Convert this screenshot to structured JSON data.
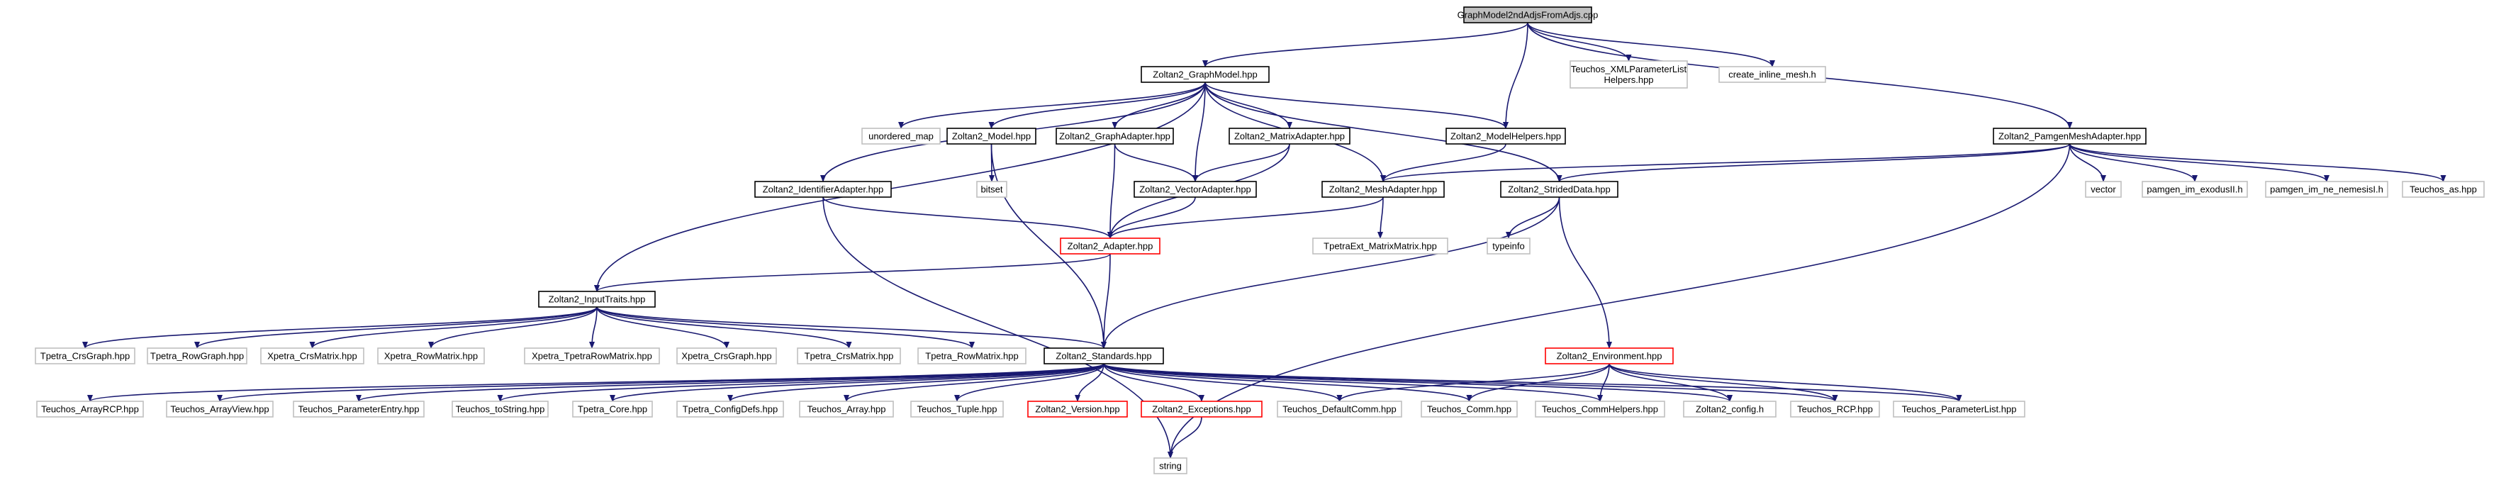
{
  "diagram": {
    "type": "include-dependency-graph",
    "colors": {
      "edge": "#191970",
      "root_fill": "#bfbfbf",
      "doc_border": "#000000",
      "missing_border": "#bfbfbf",
      "truncated_border": "#ff0000",
      "background": "#ffffff"
    },
    "nodes": [
      {
        "id": "root",
        "lines": [
          "GraphModel2ndAdjsFromAdjs.cpp"
        ],
        "kind": "root"
      },
      {
        "id": "graphmodel",
        "lines": [
          "Zoltan2_GraphModel.hpp"
        ],
        "kind": "documented"
      },
      {
        "id": "xmlparam",
        "lines": [
          "Teuchos_XMLParameterList",
          "Helpers.hpp"
        ],
        "kind": "external"
      },
      {
        "id": "inlinemesh",
        "lines": [
          "create_inline_mesh.h"
        ],
        "kind": "external"
      },
      {
        "id": "pamgenadapter",
        "lines": [
          "Zoltan2_PamgenMeshAdapter.hpp"
        ],
        "kind": "documented"
      },
      {
        "id": "unordered_map",
        "lines": [
          "unordered_map"
        ],
        "kind": "external"
      },
      {
        "id": "model",
        "lines": [
          "Zoltan2_Model.hpp"
        ],
        "kind": "documented"
      },
      {
        "id": "graphadapter",
        "lines": [
          "Zoltan2_GraphAdapter.hpp"
        ],
        "kind": "documented"
      },
      {
        "id": "matrixadapter",
        "lines": [
          "Zoltan2_MatrixAdapter.hpp"
        ],
        "kind": "documented"
      },
      {
        "id": "modelhelpers",
        "lines": [
          "Zoltan2_ModelHelpers.hpp"
        ],
        "kind": "documented"
      },
      {
        "id": "identifieradapter",
        "lines": [
          "Zoltan2_IdentifierAdapter.hpp"
        ],
        "kind": "documented"
      },
      {
        "id": "bitset",
        "lines": [
          "bitset"
        ],
        "kind": "external"
      },
      {
        "id": "vectoradapter",
        "lines": [
          "Zoltan2_VectorAdapter.hpp"
        ],
        "kind": "documented"
      },
      {
        "id": "meshadapter",
        "lines": [
          "Zoltan2_MeshAdapter.hpp"
        ],
        "kind": "documented"
      },
      {
        "id": "strideddata",
        "lines": [
          "Zoltan2_StridedData.hpp"
        ],
        "kind": "documented"
      },
      {
        "id": "vector",
        "lines": [
          "vector"
        ],
        "kind": "external"
      },
      {
        "id": "exodusII",
        "lines": [
          "pamgen_im_exodusII.h"
        ],
        "kind": "external"
      },
      {
        "id": "nemesisI",
        "lines": [
          "pamgen_im_ne_nemesisI.h"
        ],
        "kind": "external"
      },
      {
        "id": "teuchos_as",
        "lines": [
          "Teuchos_as.hpp"
        ],
        "kind": "external"
      },
      {
        "id": "adapter",
        "lines": [
          "Zoltan2_Adapter.hpp"
        ],
        "kind": "truncated"
      },
      {
        "id": "tpetraext",
        "lines": [
          "TpetraExt_MatrixMatrix.hpp"
        ],
        "kind": "external"
      },
      {
        "id": "typeinfo",
        "lines": [
          "typeinfo"
        ],
        "kind": "external"
      },
      {
        "id": "inputtraits",
        "lines": [
          "Zoltan2_InputTraits.hpp"
        ],
        "kind": "documented"
      },
      {
        "id": "tpetra_crsgraph",
        "lines": [
          "Tpetra_CrsGraph.hpp"
        ],
        "kind": "external"
      },
      {
        "id": "tpetra_rowgraph",
        "lines": [
          "Tpetra_RowGraph.hpp"
        ],
        "kind": "external"
      },
      {
        "id": "xpetra_crsmatrix",
        "lines": [
          "Xpetra_CrsMatrix.hpp"
        ],
        "kind": "external"
      },
      {
        "id": "xpetra_rowmatrix",
        "lines": [
          "Xpetra_RowMatrix.hpp"
        ],
        "kind": "external"
      },
      {
        "id": "xpetra_tpetrarowmatrix",
        "lines": [
          "Xpetra_TpetraRowMatrix.hpp"
        ],
        "kind": "external"
      },
      {
        "id": "xpetra_crsgraph",
        "lines": [
          "Xpetra_CrsGraph.hpp"
        ],
        "kind": "external"
      },
      {
        "id": "tpetra_crsmatrix",
        "lines": [
          "Tpetra_CrsMatrix.hpp"
        ],
        "kind": "external"
      },
      {
        "id": "tpetra_rowmatrix",
        "lines": [
          "Tpetra_RowMatrix.hpp"
        ],
        "kind": "external"
      },
      {
        "id": "standards",
        "lines": [
          "Zoltan2_Standards.hpp"
        ],
        "kind": "documented"
      },
      {
        "id": "environment",
        "lines": [
          "Zoltan2_Environment.hpp"
        ],
        "kind": "truncated"
      },
      {
        "id": "arrayrcp",
        "lines": [
          "Teuchos_ArrayRCP.hpp"
        ],
        "kind": "external"
      },
      {
        "id": "arrayview",
        "lines": [
          "Teuchos_ArrayView.hpp"
        ],
        "kind": "external"
      },
      {
        "id": "parameterentry",
        "lines": [
          "Teuchos_ParameterEntry.hpp"
        ],
        "kind": "external"
      },
      {
        "id": "tostring",
        "lines": [
          "Teuchos_toString.hpp"
        ],
        "kind": "external"
      },
      {
        "id": "tpetra_core",
        "lines": [
          "Tpetra_Core.hpp"
        ],
        "kind": "external"
      },
      {
        "id": "tpetra_configdefs",
        "lines": [
          "Tpetra_ConfigDefs.hpp"
        ],
        "kind": "external"
      },
      {
        "id": "teuchos_array",
        "lines": [
          "Teuchos_Array.hpp"
        ],
        "kind": "external"
      },
      {
        "id": "teuchos_tuple",
        "lines": [
          "Teuchos_Tuple.hpp"
        ],
        "kind": "external"
      },
      {
        "id": "version",
        "lines": [
          "Zoltan2_Version.hpp"
        ],
        "kind": "truncated"
      },
      {
        "id": "exceptions",
        "lines": [
          "Zoltan2_Exceptions.hpp"
        ],
        "kind": "truncated"
      },
      {
        "id": "defaultcomm",
        "lines": [
          "Teuchos_DefaultComm.hpp"
        ],
        "kind": "external"
      },
      {
        "id": "teuchos_comm",
        "lines": [
          "Teuchos_Comm.hpp"
        ],
        "kind": "external"
      },
      {
        "id": "commhelpers",
        "lines": [
          "Teuchos_CommHelpers.hpp"
        ],
        "kind": "external"
      },
      {
        "id": "config",
        "lines": [
          "Zoltan2_config.h"
        ],
        "kind": "external"
      },
      {
        "id": "rcp",
        "lines": [
          "Teuchos_RCP.hpp"
        ],
        "kind": "external"
      },
      {
        "id": "parameterlist",
        "lines": [
          "Teuchos_ParameterList.hpp"
        ],
        "kind": "external"
      },
      {
        "id": "string",
        "lines": [
          "string"
        ],
        "kind": "external"
      }
    ],
    "edges": [
      [
        "root",
        "graphmodel"
      ],
      [
        "root",
        "xmlparam"
      ],
      [
        "root",
        "inlinemesh"
      ],
      [
        "root",
        "pamgenadapter"
      ],
      [
        "root",
        "modelhelpers"
      ],
      [
        "graphmodel",
        "unordered_map"
      ],
      [
        "graphmodel",
        "model"
      ],
      [
        "graphmodel",
        "graphadapter"
      ],
      [
        "graphmodel",
        "matrixadapter"
      ],
      [
        "graphmodel",
        "modelhelpers"
      ],
      [
        "graphmodel",
        "identifieradapter"
      ],
      [
        "graphmodel",
        "vectoradapter"
      ],
      [
        "graphmodel",
        "meshadapter"
      ],
      [
        "graphmodel",
        "strideddata"
      ],
      [
        "graphmodel",
        "inputtraits"
      ],
      [
        "model",
        "bitset"
      ],
      [
        "model",
        "standards"
      ],
      [
        "graphadapter",
        "vectoradapter"
      ],
      [
        "graphadapter",
        "adapter"
      ],
      [
        "matrixadapter",
        "vectoradapter"
      ],
      [
        "matrixadapter",
        "adapter"
      ],
      [
        "modelhelpers",
        "meshadapter"
      ],
      [
        "identifieradapter",
        "adapter"
      ],
      [
        "identifieradapter",
        "string"
      ],
      [
        "vectoradapter",
        "adapter"
      ],
      [
        "meshadapter",
        "adapter"
      ],
      [
        "meshadapter",
        "tpetraext"
      ],
      [
        "strideddata",
        "typeinfo"
      ],
      [
        "strideddata",
        "environment"
      ],
      [
        "strideddata",
        "standards"
      ],
      [
        "pamgenadapter",
        "meshadapter"
      ],
      [
        "pamgenadapter",
        "strideddata"
      ],
      [
        "pamgenadapter",
        "vector"
      ],
      [
        "pamgenadapter",
        "exodusII"
      ],
      [
        "pamgenadapter",
        "nemesisI"
      ],
      [
        "pamgenadapter",
        "teuchos_as"
      ],
      [
        "pamgenadapter",
        "string"
      ],
      [
        "adapter",
        "inputtraits"
      ],
      [
        "adapter",
        "standards"
      ],
      [
        "inputtraits",
        "tpetra_crsgraph"
      ],
      [
        "inputtraits",
        "tpetra_rowgraph"
      ],
      [
        "inputtraits",
        "xpetra_crsmatrix"
      ],
      [
        "inputtraits",
        "xpetra_rowmatrix"
      ],
      [
        "inputtraits",
        "xpetra_tpetrarowmatrix"
      ],
      [
        "inputtraits",
        "xpetra_crsgraph"
      ],
      [
        "inputtraits",
        "tpetra_crsmatrix"
      ],
      [
        "inputtraits",
        "tpetra_rowmatrix"
      ],
      [
        "inputtraits",
        "standards"
      ],
      [
        "standards",
        "arrayrcp"
      ],
      [
        "standards",
        "arrayview"
      ],
      [
        "standards",
        "parameterentry"
      ],
      [
        "standards",
        "tostring"
      ],
      [
        "standards",
        "tpetra_core"
      ],
      [
        "standards",
        "tpetra_configdefs"
      ],
      [
        "standards",
        "teuchos_array"
      ],
      [
        "standards",
        "teuchos_tuple"
      ],
      [
        "standards",
        "version"
      ],
      [
        "standards",
        "exceptions"
      ],
      [
        "standards",
        "defaultcomm"
      ],
      [
        "standards",
        "teuchos_comm"
      ],
      [
        "standards",
        "commhelpers"
      ],
      [
        "standards",
        "config"
      ],
      [
        "standards",
        "rcp"
      ],
      [
        "standards",
        "parameterlist"
      ],
      [
        "environment",
        "defaultcomm"
      ],
      [
        "environment",
        "teuchos_comm"
      ],
      [
        "environment",
        "commhelpers"
      ],
      [
        "environment",
        "config"
      ],
      [
        "environment",
        "rcp"
      ],
      [
        "environment",
        "parameterlist"
      ],
      [
        "exceptions",
        "string"
      ]
    ]
  }
}
